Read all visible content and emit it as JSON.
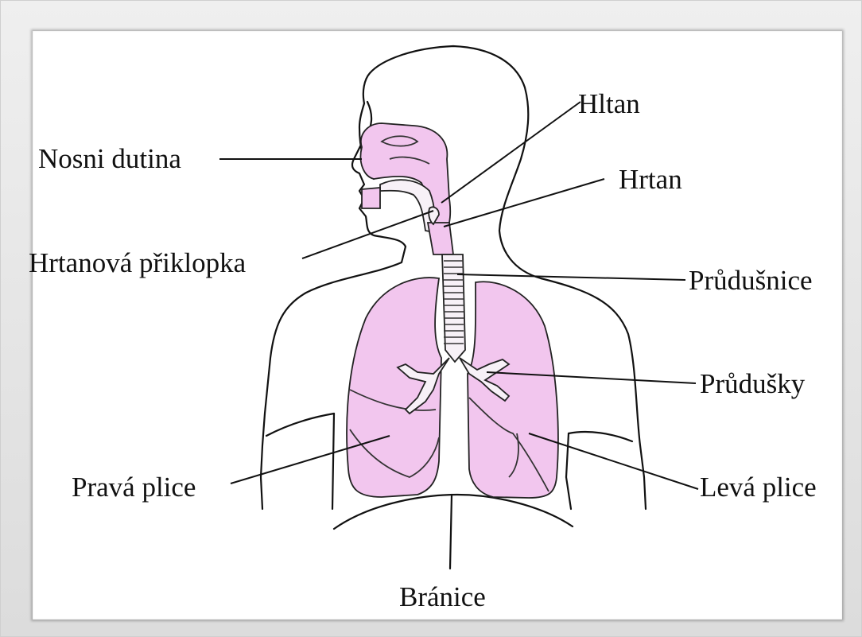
{
  "diagram": {
    "colors": {
      "organ_fill": "#f2c6ee",
      "airway_fill": "#f7f1f7",
      "line": "#111111"
    },
    "labels": {
      "nosni_dutina": "Nosni dutina",
      "hltan": "Hltan",
      "hrtan": "Hrtan",
      "hrtanova_priklopka": "Hrtanová přiklopka",
      "prudusnice": "Průdušnice",
      "prudusky": "Průdušky",
      "prava_plice": "Pravá plice",
      "leva_plice": "Levá plice",
      "branice": "Bránice"
    }
  }
}
